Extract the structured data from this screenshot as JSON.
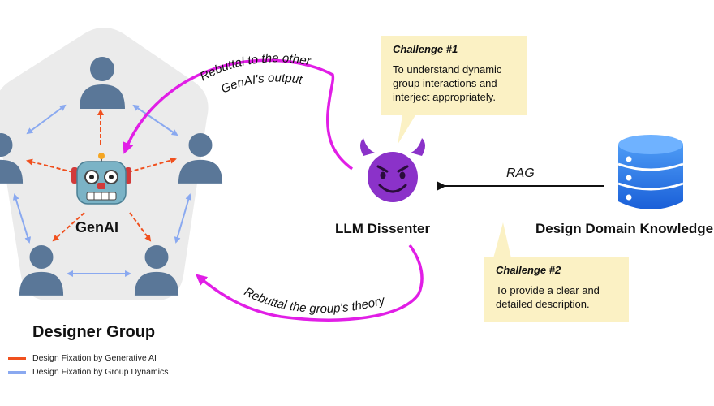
{
  "group": {
    "title": "Designer Group",
    "genai_label": "GenAI"
  },
  "llm": {
    "label": "LLM Dissenter"
  },
  "knowledge": {
    "label": "Design Domain Knowledge"
  },
  "rag_label": "RAG",
  "challenges": [
    {
      "title": "Challenge #1",
      "text": "To understand dynamic group interactions and interject appropriately."
    },
    {
      "title": "Challenge #2",
      "text": "To provide a clear and detailed description."
    }
  ],
  "arrows": {
    "rebuttal_top_line1": "Rebuttal to the other",
    "rebuttal_top_line2": "GenAI's output",
    "rebuttal_bottom": "Rebuttal the group's theory"
  },
  "legend": [
    {
      "label": "Design Fixation by Generative AI",
      "color": "#f0501e"
    },
    {
      "label": "Design Fixation by Group Dynamics",
      "color": "#8aa9f0"
    }
  ],
  "colors": {
    "person": "#5a7798",
    "magenta": "#e11ee6",
    "pentagon": "#ebebeb",
    "note": "#fbf1c4"
  },
  "icons": {
    "person": "person-icon",
    "robot": "robot-icon",
    "devil": "smiling-devil-icon",
    "database": "database-icon"
  }
}
